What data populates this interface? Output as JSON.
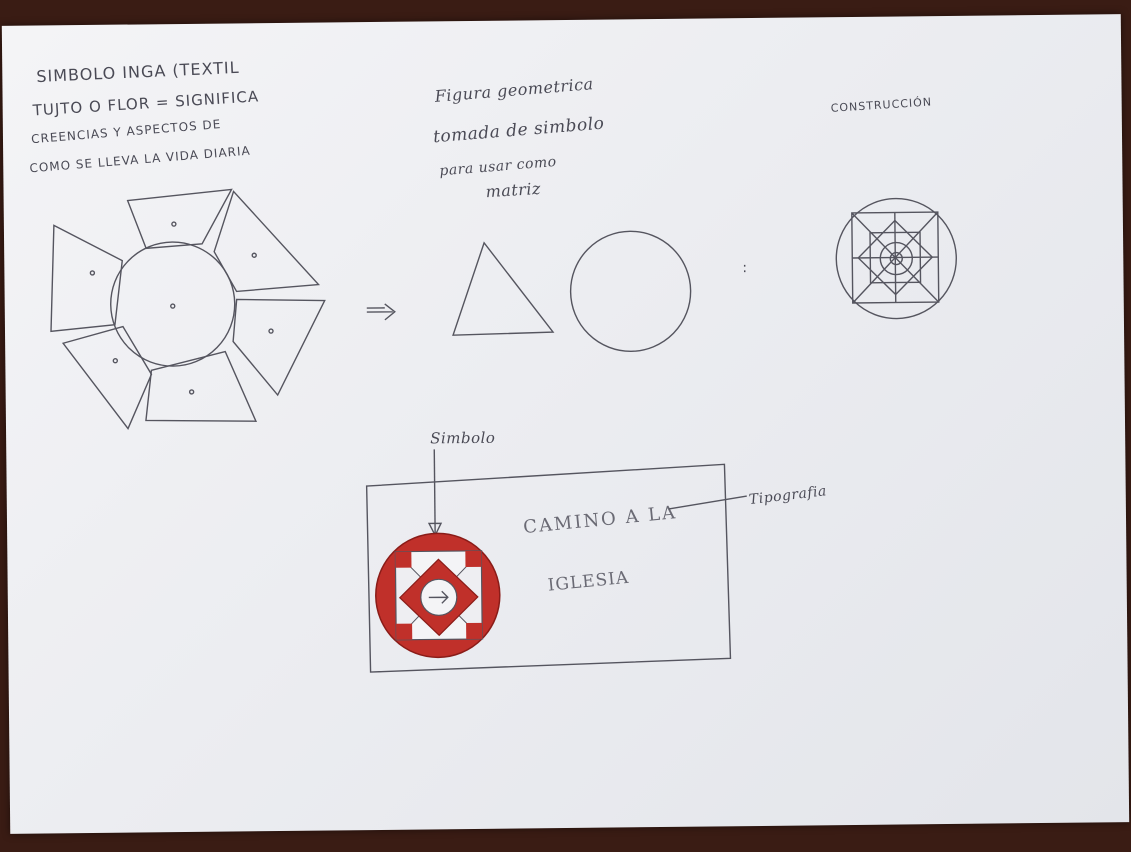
{
  "notes": {
    "title": "SIMBOLO INGA (TEXTIL",
    "line1": "TUJTO O FLOR = SIGNIFICA",
    "line2": "CREENCIAS Y ASPECTOS DE",
    "line3": "COMO SE LLEVA LA VIDA DIARIA",
    "figure1": "Figura geometrica",
    "figure2": "tomada de simbolo",
    "figure3": "para usar como",
    "figure4": "matriz",
    "construccion": "CONSTRUCCIÓN",
    "simbolo_label": "Simbolo",
    "camino": "CAMINO A LA",
    "iglesia": "IGLESIA",
    "tipografia": "Tipografia",
    "colon": ":"
  },
  "colors": {
    "pencil": "#55555f",
    "red_fill": "#c0302a",
    "paper": "#f0f0f3",
    "background": "#3a1c14"
  }
}
